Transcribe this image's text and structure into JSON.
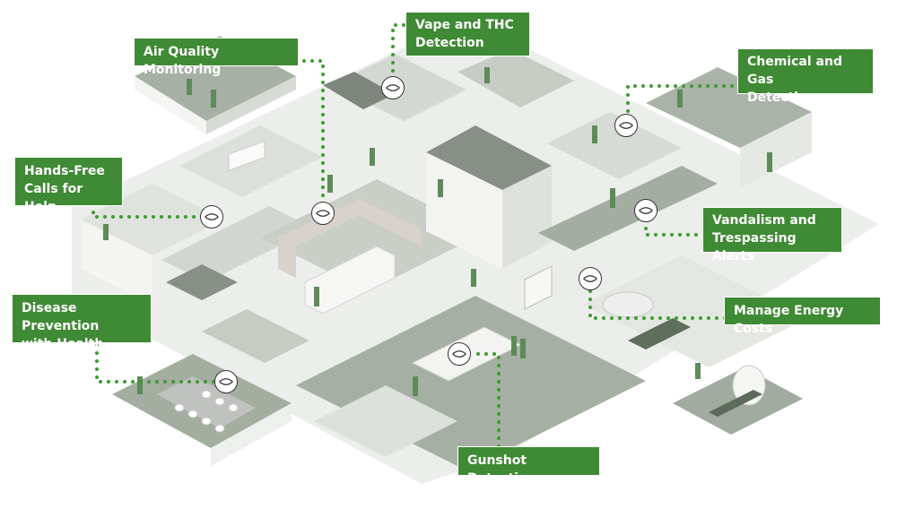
{
  "title": "Smart Hospital Sensor Capabilities",
  "colors": {
    "callout_bg": "#3f8a34",
    "callout_text": "#ffffff",
    "connector_dots": "#3f9a33",
    "floor_dark": "#a3aea1",
    "floor_light": "#dadfd8",
    "wall": "#f1f2f0",
    "wall_shadow": "#d6d9d4",
    "figure_green": "#5f8a5a"
  },
  "callouts": [
    {
      "id": "air-quality",
      "label": "Air Quality Monitoring"
    },
    {
      "id": "vape-thc",
      "label": "Vape and THC\nDetection"
    },
    {
      "id": "chemical-gas",
      "label": "Chemical and Gas\nDetection"
    },
    {
      "id": "hands-free",
      "label": "Hands-Free\nCalls for Help"
    },
    {
      "id": "vandalism",
      "label": "Vandalism and\nTrespassing Alerts"
    },
    {
      "id": "disease-prevention",
      "label": "Disease Prevention\nwith Health Index"
    },
    {
      "id": "energy-costs",
      "label": "Manage Energy Costs"
    },
    {
      "id": "gunshot",
      "label": "Gunshot Detection"
    }
  ],
  "sensor_icon": "sensor-waves-icon",
  "rooms": [
    "patient-room",
    "nurses-station",
    "conference-room",
    "operating-room",
    "lab",
    "mri-room",
    "pharmacy",
    "waiting-area",
    "exam-room",
    "office"
  ]
}
